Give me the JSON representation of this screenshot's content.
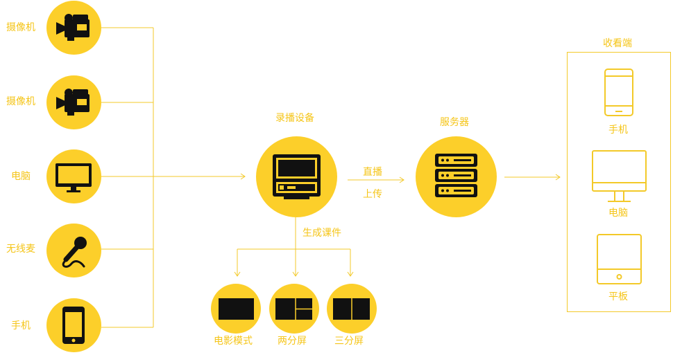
{
  "sources": [
    {
      "label": "摄像机",
      "icon": "video-camera-icon"
    },
    {
      "label": "摄像机",
      "icon": "video-camera-icon"
    },
    {
      "label": "电脑",
      "icon": "monitor-icon"
    },
    {
      "label": "无线麦",
      "icon": "microphone-icon"
    },
    {
      "label": "手机",
      "icon": "phone-icon"
    }
  ],
  "recorder": {
    "label": "录播设备",
    "icon": "recorder-device-icon"
  },
  "link": {
    "live": "直播",
    "upload": "上传"
  },
  "server": {
    "label": "服务器",
    "icon": "server-icon"
  },
  "courseware": {
    "label": "生成课件",
    "modes": [
      {
        "label": "电影模式",
        "icon": "single-screen-icon"
      },
      {
        "label": "两分屏",
        "icon": "two-split-screen-icon"
      },
      {
        "label": "三分屏",
        "icon": "three-split-screen-icon"
      }
    ]
  },
  "viewers": {
    "title": "收看端",
    "items": [
      {
        "label": "手机",
        "icon": "phone-outline-icon"
      },
      {
        "label": "电脑",
        "icon": "monitor-outline-icon"
      },
      {
        "label": "平板",
        "icon": "tablet-outline-icon"
      }
    ]
  },
  "colors": {
    "accent": "#fccf2a",
    "line": "#f3c928",
    "text": "#f5c518",
    "icon": "#111111"
  }
}
